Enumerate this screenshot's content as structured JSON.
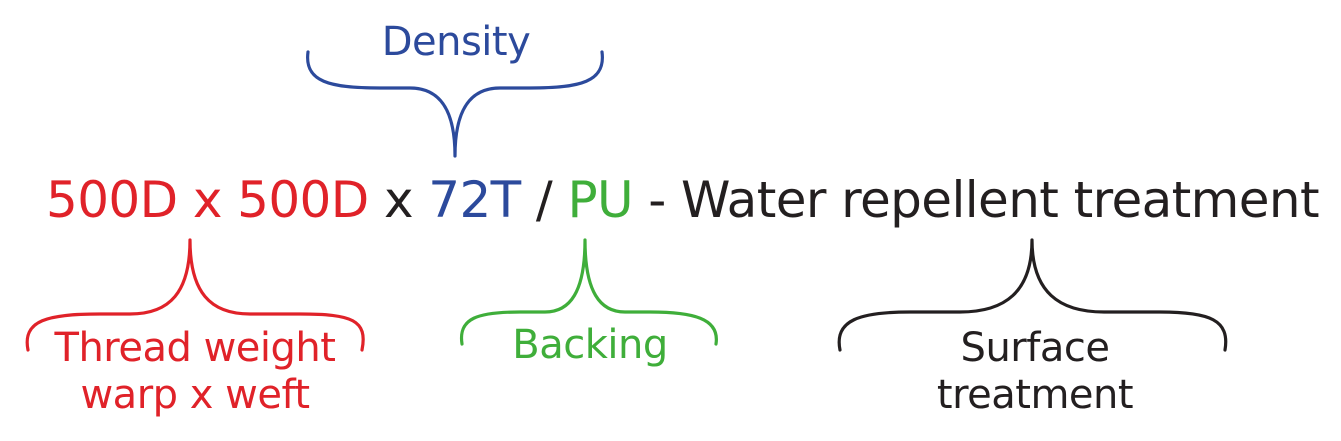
{
  "colors": {
    "thread_weight": "#e02229",
    "density": "#2c4a9c",
    "backing": "#3fae3a",
    "surface_treatment": "#231f20"
  },
  "main_string": {
    "part_thread": "500D x 500D",
    "sep_x": " x ",
    "part_density": "72T",
    "sep_slash": " / ",
    "part_backing": "PU",
    "part_surface": " - Water repellent treatment"
  },
  "annotations": {
    "density": "Density",
    "thread_weight_line1": "Thread weight",
    "thread_weight_line2": "warp x weft",
    "backing": "Backing",
    "surface_line1": "Surface",
    "surface_line2": "treatment"
  }
}
